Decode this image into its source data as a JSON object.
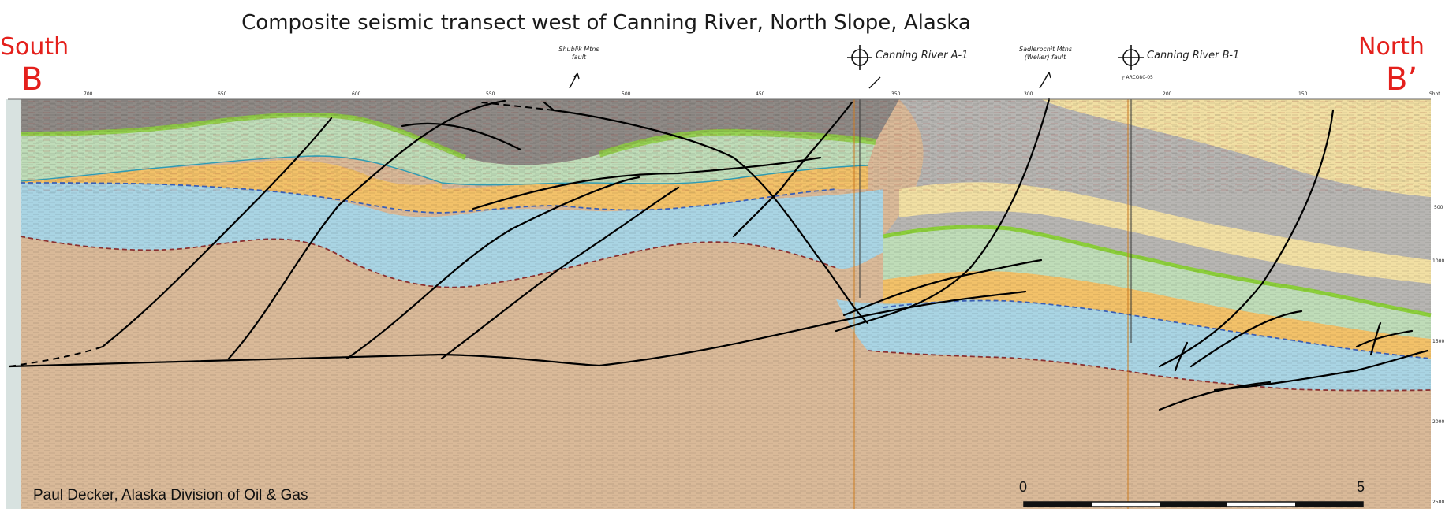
{
  "title": "Composite seismic transect west of Canning River, North Slope, Alaska",
  "south_label": "South",
  "south_letter": "B",
  "north_label": "North",
  "north_letter": "B’",
  "credit": "Paul Decker, Alaska Division of Oil & Gas",
  "wells": [
    {
      "name": "Canning River A-1"
    },
    {
      "name": "Canning River B-1"
    }
  ],
  "fault_labels": {
    "shublik": [
      "Shublik Mtns",
      "fault"
    ],
    "sadlerochit": [
      "Sadlerochit Mtns",
      "(Weller) fault"
    ]
  },
  "line_label": "ARCO80-05",
  "shot_ticks": [
    "700",
    "650",
    "600",
    "550",
    "500",
    "450",
    "350",
    "300",
    "200",
    "150"
  ],
  "shot_label": "Shot",
  "depth_ticks": [
    "500",
    "1000",
    "1500",
    "2000",
    "2500"
  ],
  "scale": {
    "start": "0",
    "end": "5"
  },
  "colors": {
    "label_red": "#e4201c",
    "basement": "#d9b998",
    "blue_unit": "#a9d4e3",
    "orange_unit": "#f2c169",
    "green_unit": "#bfdcb8",
    "lime_line": "#8ccf3b",
    "upper_gray": "#8f8a86",
    "north_yellow": "#f1dfa3",
    "north_gray": "#b7b5b2",
    "fault_line": "#000000",
    "well_line": "#cc7a1e"
  }
}
